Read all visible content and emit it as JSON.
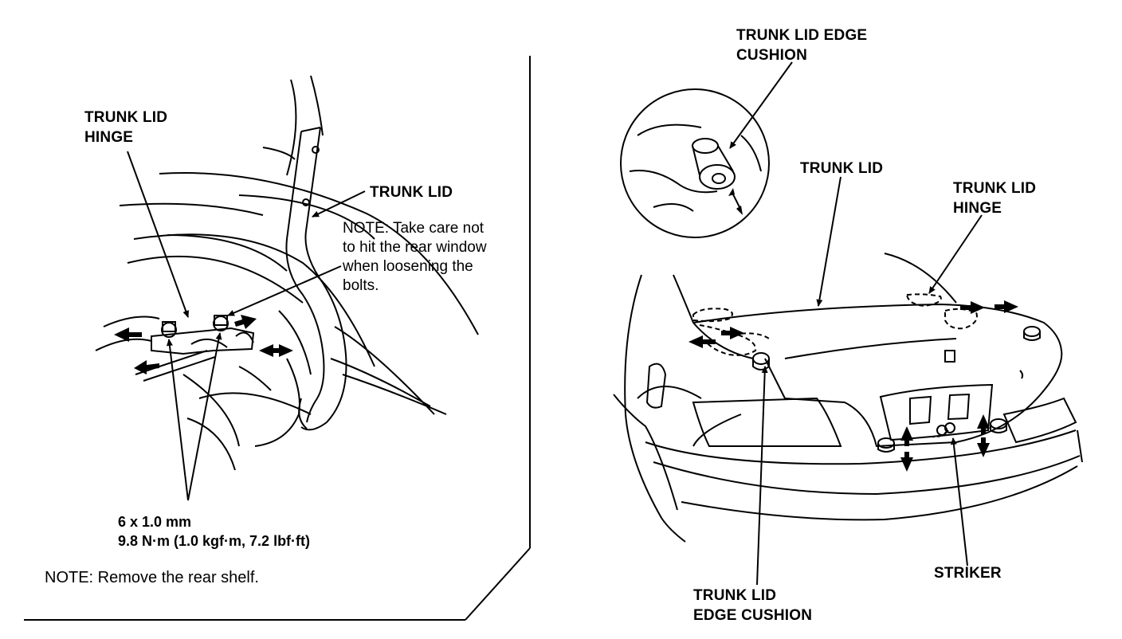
{
  "left_panel": {
    "hinge_label": [
      "TRUNK LID",
      "HINGE"
    ],
    "lid_label": "TRUNK LID",
    "note_window": [
      "NOTE:  Take care not",
      "to hit the rear window",
      "when loosening the",
      "bolts."
    ],
    "bolt_spec": [
      "6 x 1.0 mm",
      "9.8 N·m (1.0 kgf·m, 7.2 lbf·ft)"
    ],
    "note_shelf": "NOTE:  Remove the rear shelf."
  },
  "right_panel": {
    "cushion_top_label": [
      "TRUNK LID EDGE",
      "CUSHION"
    ],
    "lid_label": "TRUNK LID",
    "hinge_label": [
      "TRUNK LID",
      "HINGE"
    ],
    "striker_label": "STRIKER",
    "cushion_bottom_label": [
      "TRUNK LID",
      "EDGE CUSHION"
    ]
  }
}
